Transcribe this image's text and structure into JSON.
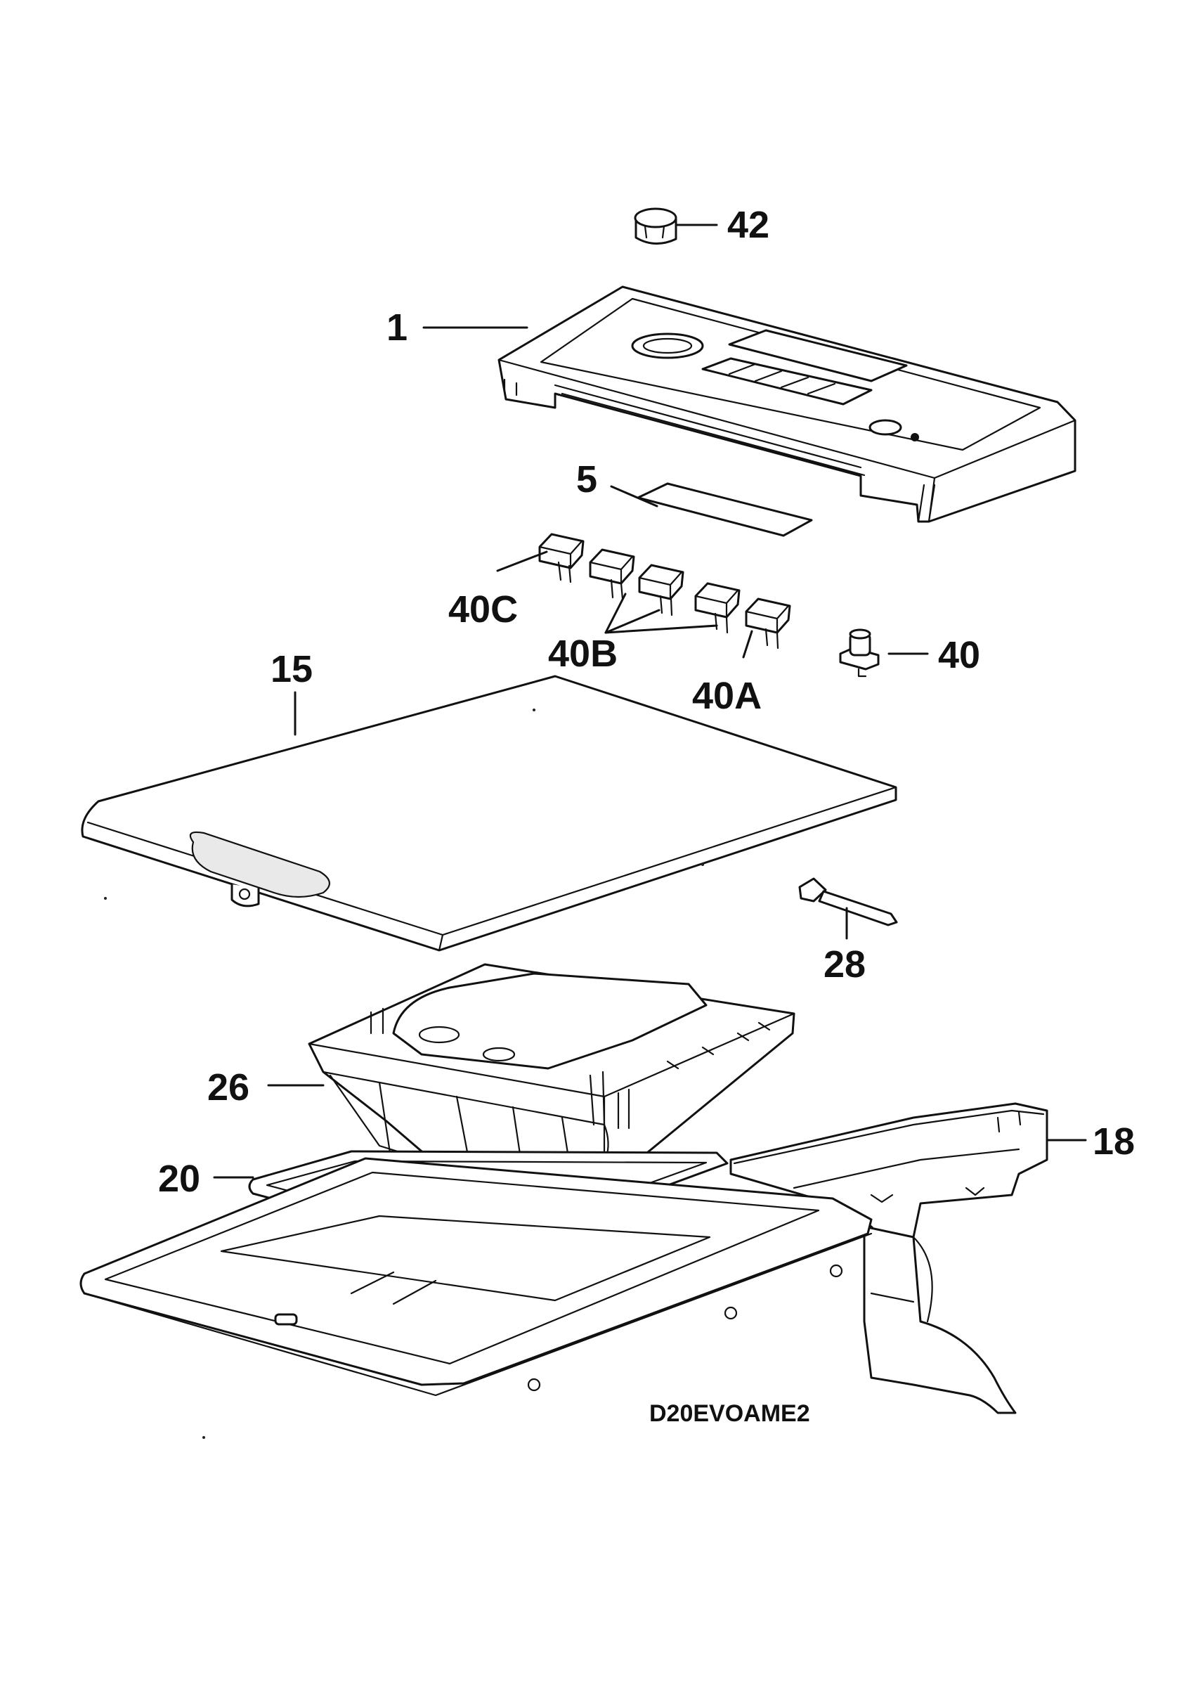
{
  "diagram": {
    "drawing_code": "D20EVOAME2",
    "callouts": [
      {
        "id": "42",
        "label": "42"
      },
      {
        "id": "1",
        "label": "1"
      },
      {
        "id": "5",
        "label": "5"
      },
      {
        "id": "40C",
        "label": "40C"
      },
      {
        "id": "40B",
        "label": "40B"
      },
      {
        "id": "40A",
        "label": "40A"
      },
      {
        "id": "40",
        "label": "40"
      },
      {
        "id": "15",
        "label": "15"
      },
      {
        "id": "28",
        "label": "28"
      },
      {
        "id": "26",
        "label": "26"
      },
      {
        "id": "18",
        "label": "18"
      },
      {
        "id": "20",
        "label": "20"
      }
    ]
  }
}
